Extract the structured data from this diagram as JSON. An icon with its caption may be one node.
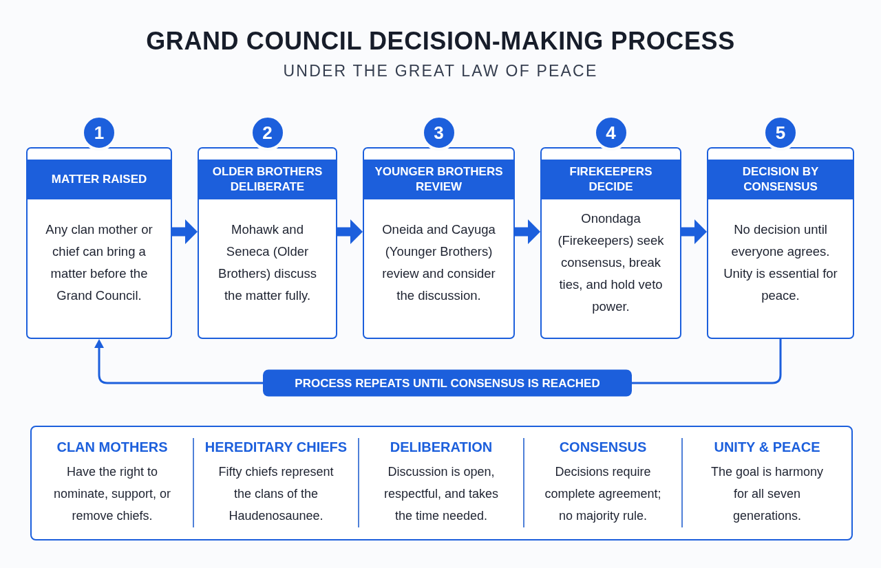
{
  "diagram": {
    "title": "GRAND COUNCIL DECISION-MAKING PROCESS",
    "nodes": [
      {
        "text": [
          "MATTER RAISED",
          "Any clan mother or chief can bring a matter before the Grand Council."
        ],
        "beside": [
          "1"
        ]
      },
      {
        "text": [
          "OLDER BROTHERS DELIBERATE",
          "Mohawk and Seneca (Older Brothers) discuss the matter fully."
        ],
        "beside": [
          "2"
        ]
      },
      {
        "text": [
          "YOUNGER BROTHERS REVIEW",
          "Oneida and Cayuga (Younger Brothers) review and consider the discussion."
        ],
        "beside": [
          "3"
        ]
      },
      {
        "text": [
          "FIREKEEPERS DECIDE",
          "Onondaga (Firekeepers) seek consensus, break ties, and hold veto power."
        ],
        "beside": [
          "4"
        ]
      },
      {
        "text": [
          "DECISION BY CONSENSUS",
          "No decision until everyone agrees. Unity is essential for peace."
        ],
        "beside": [
          "5"
        ]
      },
      {
        "text": [],
        "shape": "box"
      },
      {
        "text": [
          "CLAN MOTHERS",
          "Have the right to nominate, support, or remove chiefs."
        ],
        "in": 5
      },
      {
        "text": [
          "HEREDITARY CHIEFS",
          "Fifty chiefs represent the clans of the Haudenosaunee."
        ],
        "in": 5
      },
      {
        "text": [
          "DELIBERATION",
          "Discussion is open, respectful, and takes the time needed."
        ],
        "in": 5
      },
      {
        "text": [
          "CONSENSUS",
          "Decisions require complete agreement; no majority rule."
        ],
        "in": 5
      },
      {
        "text": [
          "UNITY & PEACE",
          "The goal is harmony for all seven generations."
        ],
        "in": 5
      }
    ],
    "edges": [
      {
        "from": 0,
        "to": 1,
        "arrow": "to"
      },
      {
        "from": 1,
        "to": 2,
        "arrow": "to"
      },
      {
        "from": 2,
        "to": 3,
        "arrow": "to"
      },
      {
        "from": 3,
        "to": 4,
        "arrow": "to"
      },
      {
        "from": 4,
        "to": 0,
        "arrow": "to",
        "label": "PROCESS REPEATS UNTIL CONSENSUS IS REACHED"
      }
    ],
    "labels": [
      "UNDER THE GREAT LAW OF PEACE"
    ]
  }
}
